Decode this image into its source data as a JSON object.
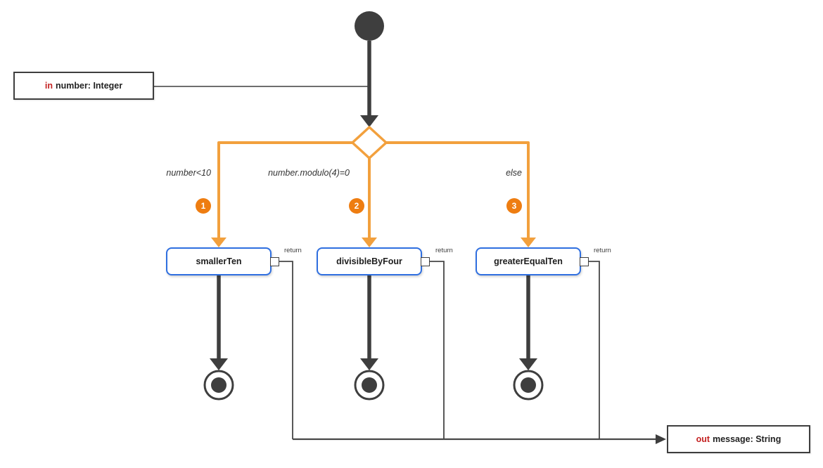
{
  "diagram": {
    "type": "uml-activity-diagram",
    "input_param": {
      "keyword": "in",
      "name": "number: Integer"
    },
    "output_param": {
      "keyword": "out",
      "name": "message: String"
    },
    "branches": [
      {
        "guard": "number<10",
        "badge": "1",
        "action": "smallerTen",
        "pin_label": "return"
      },
      {
        "guard": "number.modulo(4)=0",
        "badge": "2",
        "action": "divisibleByFour",
        "pin_label": "return"
      },
      {
        "guard": "else",
        "badge": "3",
        "action": "greaterEqualTen",
        "pin_label": "return"
      }
    ],
    "colors": {
      "node_dark": "#3e3e3e",
      "return_edge": "#474747",
      "branch_orange": "#f2a03d",
      "badge_orange": "#ee7d11",
      "action_border_blue": "#2f6fe0",
      "param_keyword_red": "#c42222"
    }
  }
}
